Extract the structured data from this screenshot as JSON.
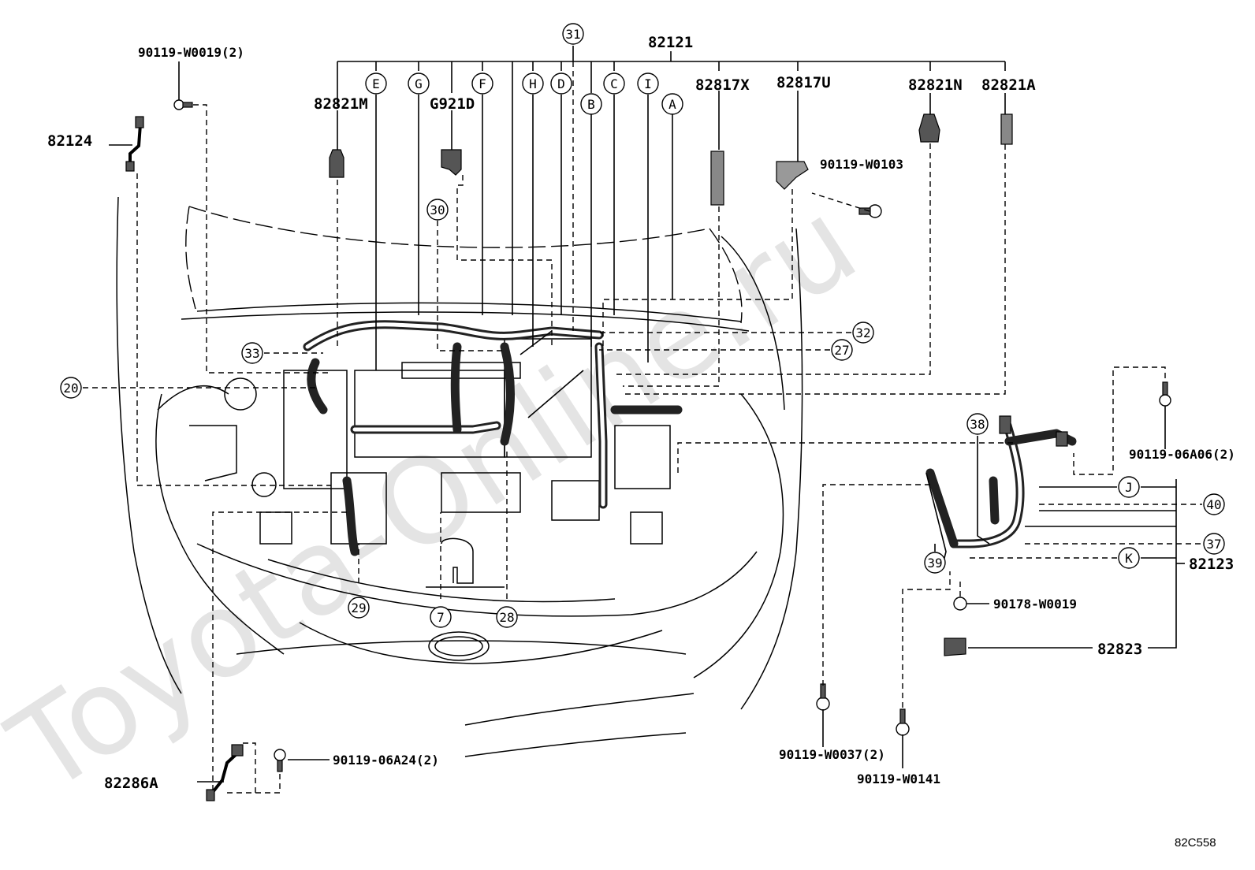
{
  "watermark": "Toyota-Online.ru",
  "figure_code": "82C558",
  "part_labels": {
    "p82121": "82121",
    "p82821M": "82821M",
    "p82817X": "82817X",
    "p82817U": "82817U",
    "p82821N": "82821N",
    "p82821A": "82821A",
    "pG921D": "G921D",
    "p82124": "82124",
    "p82286A": "82286A",
    "p82123": "82123",
    "p82823": "82823",
    "b90119_W0019": "90119-W0019(2)",
    "b90119_W0103": "90119-W0103",
    "b90119_06A06": "90119-06A06(2)",
    "b90178_W0019": "90178-W0019",
    "b90119_06A24": "90119-06A24(2)",
    "b90119_W0037": "90119-W0037(2)",
    "b90119_W0141": "90119-W0141"
  },
  "letter_callouts": {
    "E": "E",
    "G": "G",
    "F": "F",
    "H": "H",
    "D": "D",
    "B": "B",
    "C": "C",
    "I": "I",
    "A": "A",
    "J": "J",
    "K": "K"
  },
  "number_callouts": {
    "n31": "31",
    "n30": "30",
    "n33": "33",
    "n20": "20",
    "n32": "32",
    "n27": "27",
    "n38": "38",
    "n40": "40",
    "n37": "37",
    "n39": "39",
    "n29": "29",
    "n7": "7",
    "n28": "28"
  }
}
